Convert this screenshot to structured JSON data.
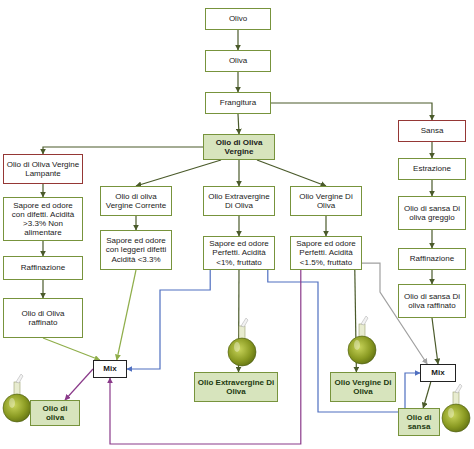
{
  "diagram": {
    "nodes": [
      {
        "text": [
          "Olivo"
        ]
      },
      {
        "text": [
          "Oliva"
        ]
      },
      {
        "text": [
          "Frangitura"
        ]
      },
      {
        "text": [
          "Olio di Oliva Vergine"
        ]
      },
      {
        "text": [
          "Sansa"
        ]
      },
      {
        "text": [
          "Olio di Oliva Vergine Lampante"
        ]
      },
      {
        "text": [
          "Olio di oliva Vergine Corrente"
        ]
      },
      {
        "text": [
          "Olio Extravergine Di Oliva"
        ]
      },
      {
        "text": [
          "Olio Vergine Di Oliva"
        ]
      },
      {
        "text": [
          "Estrazione"
        ]
      },
      {
        "text": [
          "Sapore ed odore con difetti. Acidità >3.3% Non alimentare"
        ]
      },
      {
        "text": [
          "Sapore ed odore con leggeri difetti Acidità <3.3%"
        ]
      },
      {
        "text": [
          "Sapore ed odore Perfetti. Acidità <1%, fruttato"
        ]
      },
      {
        "text": [
          "Sapore ed odore Perfetti. Acidità <1.5%, fruttato"
        ]
      },
      {
        "text": [
          "Olio di sansa Di oliva greggio"
        ]
      },
      {
        "text": [
          "Raffinazione"
        ]
      },
      {
        "text": [
          "Raffinazione"
        ]
      },
      {
        "text": [
          "Olio di Oliva raffinato"
        ]
      },
      {
        "text": [
          "Olio di sansa Di oliva raffinato"
        ]
      },
      {
        "text": [
          "Mix"
        ]
      },
      {
        "text": [
          "Olio Extravergine Di Oliva"
        ]
      },
      {
        "text": [
          "Olio Vergine Di Oliva"
        ]
      },
      {
        "text": [
          "Mix"
        ]
      },
      {
        "text": [
          "Olio di oliva"
        ]
      },
      {
        "text": [
          "Olio di sansa"
        ]
      }
    ],
    "edges": [
      {
        "from": 0,
        "to": 1,
        "arrow": "to"
      },
      {
        "from": 1,
        "to": 2,
        "arrow": "to"
      },
      {
        "from": 2,
        "to": 3,
        "arrow": "to"
      },
      {
        "from": 2,
        "to": 4,
        "arrow": "to"
      },
      {
        "from": 3,
        "to": 5,
        "arrow": "to"
      },
      {
        "from": 3,
        "to": 6,
        "arrow": "to"
      },
      {
        "from": 3,
        "to": 7,
        "arrow": "to"
      },
      {
        "from": 3,
        "to": 8,
        "arrow": "to"
      },
      {
        "from": 4,
        "to": 9,
        "arrow": "to"
      },
      {
        "from": 9,
        "to": 14,
        "arrow": "to"
      },
      {
        "from": 14,
        "to": 16,
        "arrow": "to"
      },
      {
        "from": 16,
        "to": 18,
        "arrow": "to"
      },
      {
        "from": 5,
        "to": 10,
        "arrow": "to"
      },
      {
        "from": 10,
        "to": 15,
        "arrow": "to"
      },
      {
        "from": 15,
        "to": 17,
        "arrow": "to"
      },
      {
        "from": 6,
        "to": 11,
        "arrow": "to"
      },
      {
        "from": 7,
        "to": 12,
        "arrow": "to"
      },
      {
        "from": 8,
        "to": 13,
        "arrow": "to"
      },
      {
        "from": 17,
        "to": 19,
        "arrow": "to"
      },
      {
        "from": 11,
        "to": 19,
        "arrow": "to"
      },
      {
        "from": 12,
        "to": 20,
        "arrow": "to"
      },
      {
        "from": 13,
        "to": 21,
        "arrow": "to"
      },
      {
        "from": 12,
        "to": 19,
        "arrow": "to"
      },
      {
        "from": 12,
        "to": 22,
        "arrow": "to"
      },
      {
        "from": 13,
        "to": 19,
        "arrow": "to"
      },
      {
        "from": 13,
        "to": 22,
        "arrow": "to"
      },
      {
        "from": 18,
        "to": 22,
        "arrow": "to"
      },
      {
        "from": 19,
        "to": 23,
        "arrow": "to"
      },
      {
        "from": 22,
        "to": 24,
        "arrow": "to"
      }
    ]
  }
}
